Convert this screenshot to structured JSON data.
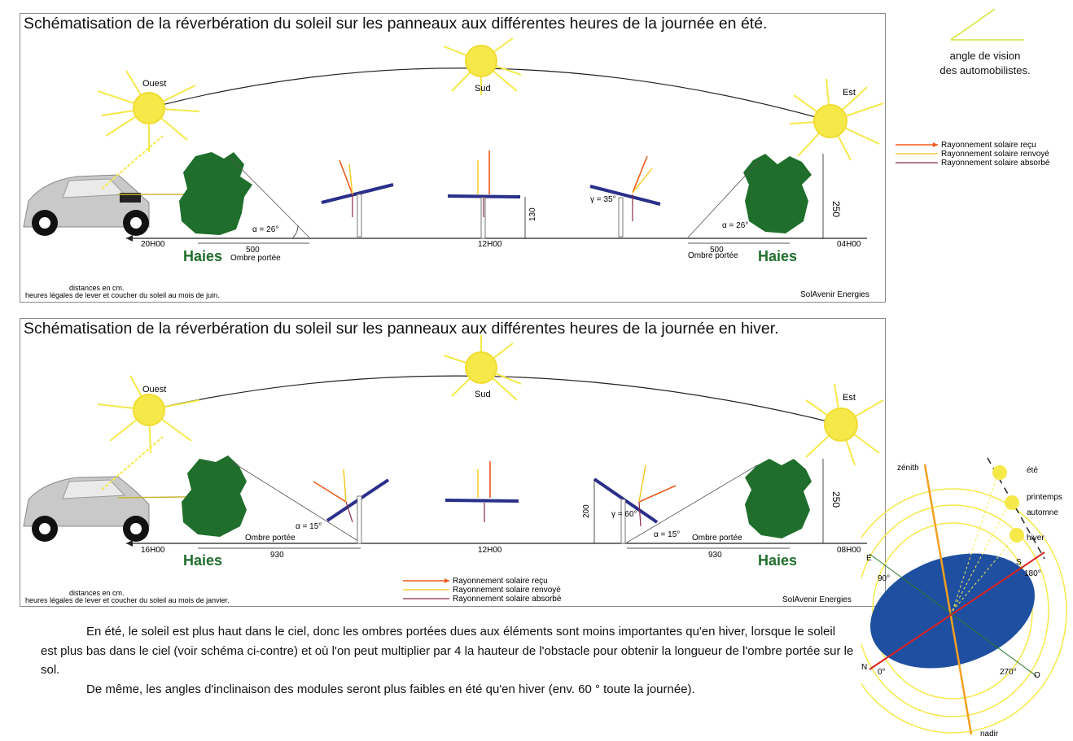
{
  "summer": {
    "title": "Schématisation de la réverbération du soleil sur les panneaux aux différentes heures de la journée en été.",
    "sun_west": "Ouest",
    "sun_south": "Sud",
    "sun_east": "Est",
    "time_left": "20H00",
    "time_mid": "12H00",
    "time_right": "04H00",
    "hedge_left": "Haies",
    "hedge_right": "Haies",
    "shadow_len_left": "500",
    "shadow_len_right": "500",
    "shadow_label_left": "Ombre portée",
    "shadow_label_right": "Ombre portée",
    "angle_left": "α = 26°",
    "angle_right": "α = 26°",
    "gamma": "γ = 35°",
    "height_panel": "130",
    "height_hedge": "250",
    "note_units": "distances en cm.",
    "note_hours": "heures légales de lever et coucher du soleil au mois de juin.",
    "credit": "SolAvenir Energies"
  },
  "winter": {
    "title": "Schématisation de la réverbération du soleil sur les panneaux aux différentes heures de la journée en hiver.",
    "sun_west": "Ouest",
    "sun_south": "Sud",
    "sun_east": "Est",
    "time_left": "16H00",
    "time_mid": "12H00",
    "time_right": "08H00",
    "hedge_left": "Haies",
    "hedge_right": "Haies",
    "shadow_len_left": "930",
    "shadow_len_right": "930",
    "shadow_label_left": "Ombre portée",
    "shadow_label_right": "Ombre portée",
    "angle_left": "α = 15°",
    "angle_right": "α = 15°",
    "gamma": "γ = 60°",
    "height_panel": "200",
    "height_hedge": "250",
    "note_units": "distances en cm.",
    "note_hours": "heures légales de lever et coucher du soleil au mois de janvier.",
    "credit": "SolAvenir Energies"
  },
  "legend": {
    "received": "Rayonnement solaire reçu",
    "reflected": "Rayonnement solaire renvoyé",
    "absorbed": "Rayonnement solaire absorbé"
  },
  "vision_angle": {
    "line1": "angle de vision",
    "line2": "des automobilistes."
  },
  "sphere": {
    "zenith": "zénith",
    "nadir": "nadir",
    "ete": "été",
    "printemps": "printemps",
    "automne": "automne",
    "hiver": "hiver",
    "e": "E",
    "s": "S",
    "n": "N",
    "o": "O",
    "deg90": "90°",
    "deg180": "180°",
    "deg0": "0°",
    "deg270": "270°"
  },
  "paragraph": {
    "line1": "En été, le soleil est plus haut dans le ciel, donc les ombres portées dues aux éléments sont moins importantes qu'en hiver, lorsque le soleil est plus bas dans le ciel (voir schéma ci-contre) et où l'on peut multiplier par 4 la hauteur de l'obstacle pour obtenir la longueur de l'ombre portée sur le sol.",
    "line2": "De même, les angles d'inclinaison des modules seront plus faibles en été qu'en hiver (env. 60 ° toute la journée)."
  },
  "colors": {
    "sun": "#f5e94a",
    "hedge": "#1f6e2c",
    "panel": "#2a2f8a",
    "received": "#f05a1a",
    "reflected": "#f5c518",
    "absorbed": "#8a2a4a",
    "sphere": "#1f4fa0",
    "hedge_text": "#1f6e2c"
  }
}
